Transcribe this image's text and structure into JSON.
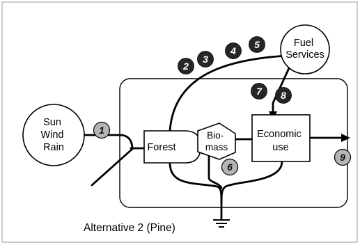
{
  "frame": {
    "border_color": "#999999"
  },
  "sources": {
    "environment": {
      "lines": [
        "Sun",
        "Wind",
        "Rain"
      ]
    },
    "fuel_services": {
      "lines": [
        "Fuel",
        "Services"
      ]
    }
  },
  "storage": {
    "forest_label": "Forest"
  },
  "biomass": {
    "lines": [
      "Bio-",
      "mass"
    ]
  },
  "economic_use": {
    "lines": [
      "Economic",
      "use"
    ]
  },
  "markers": {
    "filled_color": "#262626",
    "gray_color": "#b5b5b5",
    "labels": [
      "1",
      "2",
      "3",
      "4",
      "5",
      "6",
      "7",
      "8",
      "9"
    ]
  },
  "caption": "Alternative 2 (Pine)"
}
